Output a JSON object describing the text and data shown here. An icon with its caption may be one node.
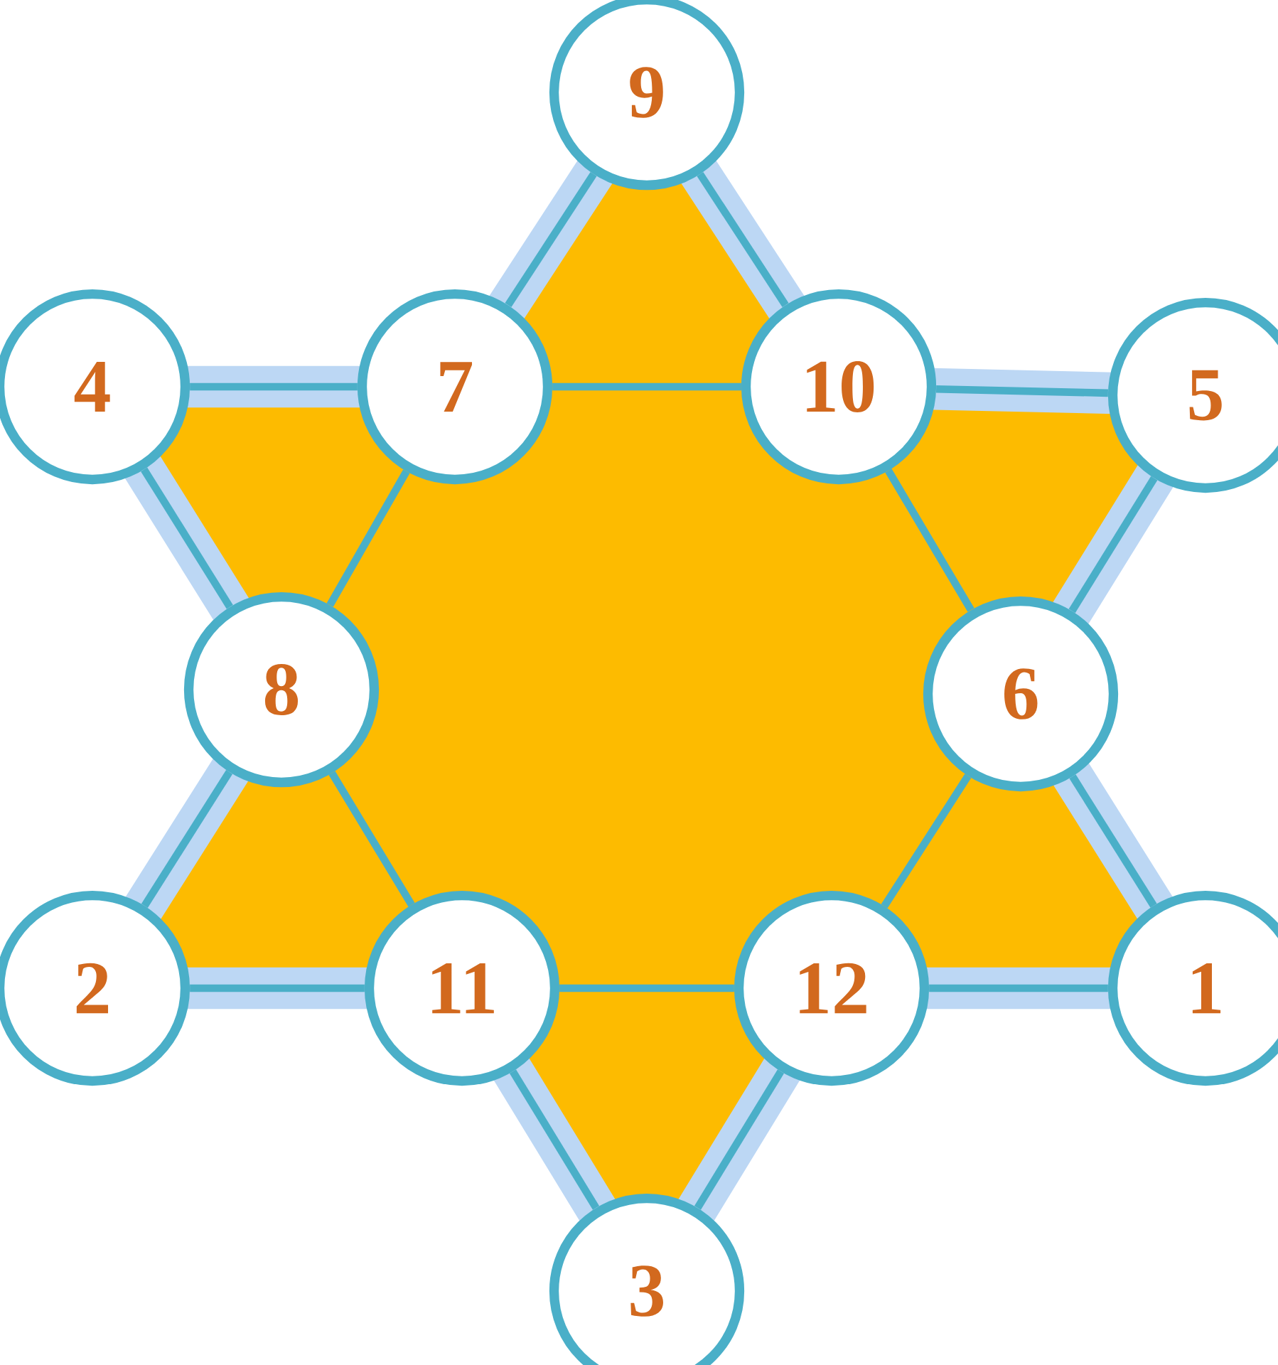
{
  "diagram": {
    "nodes": [
      {
        "text": [
          "9"
        ]
      },
      {
        "text": [
          "4"
        ]
      },
      {
        "text": [
          "7"
        ]
      },
      {
        "text": [
          "10"
        ]
      },
      {
        "text": [
          "5"
        ]
      },
      {
        "text": [
          "8"
        ]
      },
      {
        "text": [
          "6"
        ]
      },
      {
        "text": [
          "2"
        ]
      },
      {
        "text": [
          "11"
        ]
      },
      {
        "text": [
          "12"
        ]
      },
      {
        "text": [
          "1"
        ]
      },
      {
        "text": [
          "3"
        ]
      }
    ],
    "edges": [
      {
        "from": 0,
        "to": 2,
        "arrow": "none"
      },
      {
        "from": 2,
        "to": 5,
        "arrow": "none"
      },
      {
        "from": 5,
        "to": 7,
        "arrow": "none"
      },
      {
        "from": 7,
        "to": 8,
        "arrow": "none"
      },
      {
        "from": 8,
        "to": 9,
        "arrow": "none"
      },
      {
        "from": 9,
        "to": 10,
        "arrow": "none"
      },
      {
        "from": 10,
        "to": 6,
        "arrow": "none"
      },
      {
        "from": 6,
        "to": 3,
        "arrow": "none"
      },
      {
        "from": 3,
        "to": 0,
        "arrow": "none"
      },
      {
        "from": 1,
        "to": 2,
        "arrow": "none"
      },
      {
        "from": 2,
        "to": 3,
        "arrow": "none"
      },
      {
        "from": 3,
        "to": 4,
        "arrow": "none"
      },
      {
        "from": 4,
        "to": 6,
        "arrow": "none"
      },
      {
        "from": 6,
        "to": 9,
        "arrow": "none"
      },
      {
        "from": 9,
        "to": 11,
        "arrow": "none"
      },
      {
        "from": 11,
        "to": 8,
        "arrow": "none"
      },
      {
        "from": 8,
        "to": 5,
        "arrow": "none"
      },
      {
        "from": 5,
        "to": 1,
        "arrow": "none"
      }
    ]
  }
}
